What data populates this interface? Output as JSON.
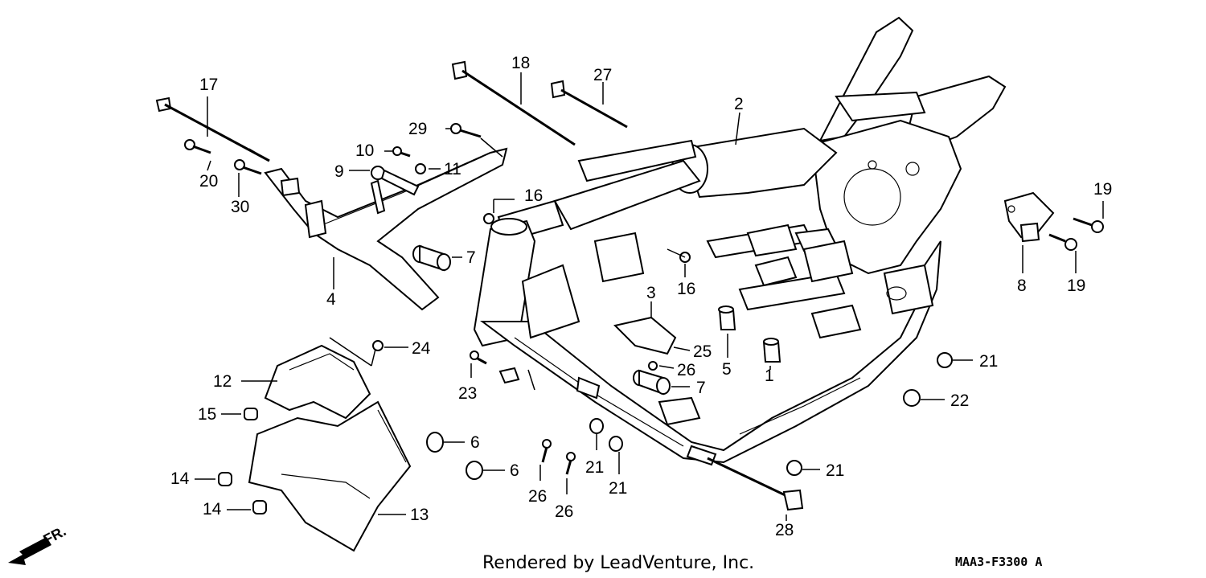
{
  "diagram": {
    "callouts": [
      {
        "id": "c17",
        "label": "17"
      },
      {
        "id": "c20",
        "label": "20"
      },
      {
        "id": "c30",
        "label": "30"
      },
      {
        "id": "c18",
        "label": "18"
      },
      {
        "id": "c27",
        "label": "27"
      },
      {
        "id": "c29",
        "label": "29"
      },
      {
        "id": "c10",
        "label": "10"
      },
      {
        "id": "c11",
        "label": "11"
      },
      {
        "id": "c9",
        "label": "9"
      },
      {
        "id": "c16a",
        "label": "16"
      },
      {
        "id": "c2",
        "label": "2"
      },
      {
        "id": "c7a",
        "label": "7"
      },
      {
        "id": "c4",
        "label": "4"
      },
      {
        "id": "c16b",
        "label": "16"
      },
      {
        "id": "c3",
        "label": "3"
      },
      {
        "id": "c25",
        "label": "25"
      },
      {
        "id": "c26a",
        "label": "26"
      },
      {
        "id": "c5",
        "label": "5"
      },
      {
        "id": "c1",
        "label": "1"
      },
      {
        "id": "c7b",
        "label": "7"
      },
      {
        "id": "c24",
        "label": "24"
      },
      {
        "id": "c12",
        "label": "12"
      },
      {
        "id": "c15",
        "label": "15"
      },
      {
        "id": "c23",
        "label": "23"
      },
      {
        "id": "c14a",
        "label": "14"
      },
      {
        "id": "c14b",
        "label": "14"
      },
      {
        "id": "c13",
        "label": "13"
      },
      {
        "id": "c6a",
        "label": "6"
      },
      {
        "id": "c6b",
        "label": "6"
      },
      {
        "id": "c26b",
        "label": "26"
      },
      {
        "id": "c26c",
        "label": "26"
      },
      {
        "id": "c21a",
        "label": "21"
      },
      {
        "id": "c21b",
        "label": "21"
      },
      {
        "id": "c21c",
        "label": "21"
      },
      {
        "id": "c21d",
        "label": "21"
      },
      {
        "id": "c22",
        "label": "22"
      },
      {
        "id": "c28",
        "label": "28"
      },
      {
        "id": "c19a",
        "label": "19"
      },
      {
        "id": "c19b",
        "label": "19"
      },
      {
        "id": "c8",
        "label": "8"
      }
    ],
    "direction_label": "FR.",
    "footer_text": "Rendered by LeadVenture, Inc.",
    "diagram_code": "MAA3-F3300 A"
  }
}
